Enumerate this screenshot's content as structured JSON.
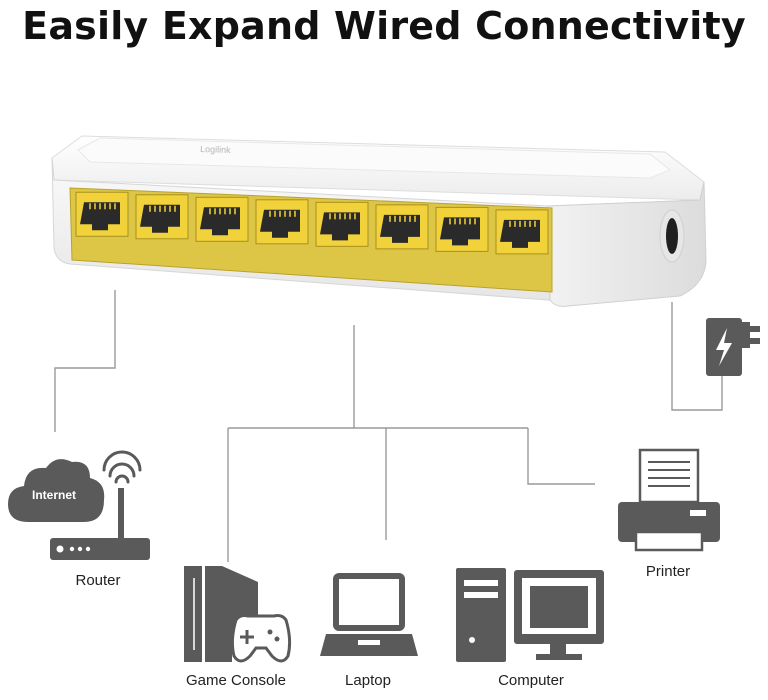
{
  "title": "Easily Expand Wired Connectivity",
  "switch": {
    "brand": "Logilink",
    "port_count": 8
  },
  "internet_label": "Internet",
  "devices": {
    "router": "Router",
    "game_console": "Game Console",
    "laptop": "Laptop",
    "computer": "Computer",
    "printer": "Printer"
  },
  "icons": [
    "cloud-icon",
    "wifi-icon",
    "router-icon",
    "game-console-icon",
    "gamepad-icon",
    "laptop-icon",
    "computer-tower-icon",
    "monitor-icon",
    "printer-icon",
    "power-adapter-icon",
    "lightning-icon"
  ],
  "colors": {
    "icon": "#5a5a5a",
    "line": "#9a9a9a",
    "port": "#f2d23a",
    "switch_body": "#f4f4f4"
  }
}
